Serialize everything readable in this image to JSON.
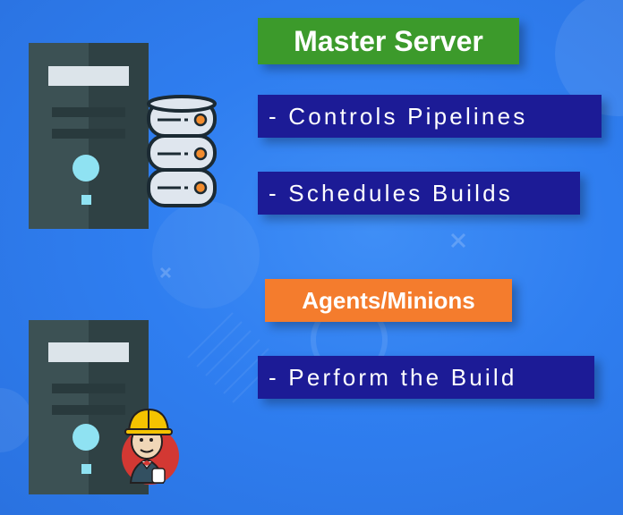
{
  "master": {
    "heading": "Master Server",
    "heading_color": "#3c9a2b",
    "bullets": [
      "- Controls Pipelines",
      "- Schedules Builds"
    ],
    "server_icon": "server-tower-icon",
    "storage_icon": "database-stack-icon"
  },
  "agents": {
    "heading": "Agents/Minions",
    "heading_color": "#f47c2d",
    "bullets": [
      "- Perform the Build"
    ],
    "server_icon": "server-tower-icon",
    "mascot_icon": "jenkins-butler-mascot-icon"
  },
  "colors": {
    "background": "#2f7ef0",
    "bullet_background": "#1c1b96",
    "tower_dark": "#2f4144",
    "tower_light": "#3c5154"
  }
}
